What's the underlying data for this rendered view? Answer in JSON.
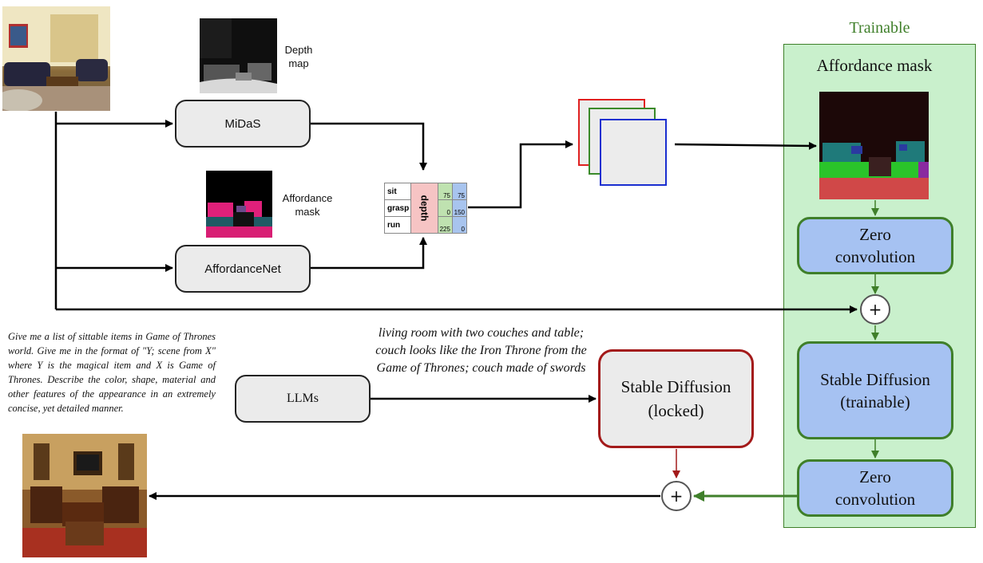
{
  "trainable_panel": {
    "title": "Trainable",
    "mask_heading": "Affordance mask",
    "zero_conv_top": "Zero convolution",
    "sd_trainable_line1": "Stable Diffusion",
    "sd_trainable_line2": "(trainable)",
    "zero_conv_bottom": "Zero convolution",
    "bg_color": "#c9f0cc",
    "border_color": "#3f7f2a"
  },
  "nodes": {
    "midas": "MiDaS",
    "affordancenet": "AffordanceNet",
    "llms": "LLMs",
    "sd_locked_line1": "Stable Diffusion",
    "sd_locked_line2": "(locked)",
    "plus_symbol": "+"
  },
  "labels": {
    "depth_line1": "Depth",
    "depth_line2": "map",
    "affordance_line1": "Affordance",
    "affordance_line2": "mask"
  },
  "affordance_table": {
    "depth_header": "depth",
    "rows": [
      {
        "label": "sit",
        "green": "75",
        "blue": "75"
      },
      {
        "label": "grasp",
        "green": "0",
        "blue": "150"
      },
      {
        "label": "run",
        "green": "225",
        "blue": "0"
      }
    ]
  },
  "prompt_text": "Give me a list of sittable items in Game of Thrones world. Give me in the format of \"Y; scene from X\" where Y is the magical item and X is Game of Thrones. Describe the color, shape, material and other features of the appearance in an extremely concise, yet detailed manner.",
  "caption_text": "living room with two couches and table; couch looks like the Iron Throne from the Game of Thrones; couch made of swords",
  "colors": {
    "locked_border": "#a31a1a",
    "trainable_border": "#3f7f2a",
    "channel_red": "#e02020",
    "channel_green": "#3a8a2a",
    "channel_blue": "#1a2fd0"
  }
}
